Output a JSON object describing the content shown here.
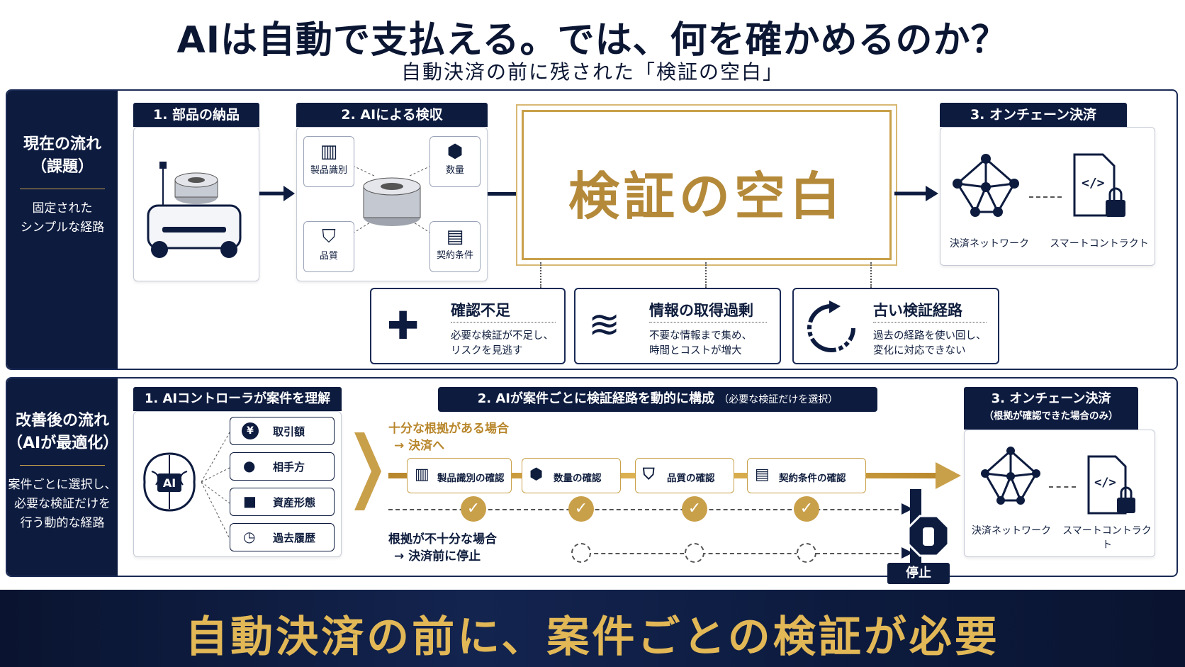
{
  "header": {
    "title": "AIは自動で支払える。では、何を確かめるのか？",
    "subtitle": "自動決済の前に残された「検証の空白」"
  },
  "current": {
    "side_title_1": "現在の流れ",
    "side_title_2": "（課題）",
    "side_text_1": "固定された",
    "side_text_2": "シンプルな経路",
    "step1": "1. 部品の納品",
    "step2": "2. AIによる検収",
    "step3": "3. オンチェーン決済",
    "checks": [
      "製品識別",
      "数量",
      "品質",
      "契約条件"
    ],
    "gap": "検証の空白",
    "network_label": "決済ネットワーク",
    "contract_label": "スマートコントラクト",
    "problems": [
      {
        "title": "確認不足",
        "line1": "必要な検証が不足し、",
        "line2": "リスクを見逃す"
      },
      {
        "title": "情報の取得過剰",
        "line1": "不要な情報まで集め、",
        "line2": "時間とコストが増大"
      },
      {
        "title": "古い検証経路",
        "line1": "過去の経路を使い回し、",
        "line2": "変化に対応できない"
      }
    ]
  },
  "improved": {
    "side_title_1": "改善後の流れ",
    "side_title_2": "（AIが最適化）",
    "side_text_1": "案件ごとに選択し、",
    "side_text_2": "必要な検証だけを",
    "side_text_3": "行う動的な経路",
    "step1": "1. AIコントローラが案件を理解",
    "step2": "2. AIが案件ごとに検証経路を動的に構成",
    "step2_note": "（必要な検証だけを選択）",
    "step3": "3. オンチェーン決済",
    "step3_note": "（根拠が確認できた場合のみ）",
    "ai_label": "AI",
    "factors": [
      "取引額",
      "相手方",
      "資産形態",
      "過去履歴"
    ],
    "yen_symbol": "¥",
    "enough_1": "十分な根拠がある場合",
    "enough_2": "→ 決済へ",
    "not_enough_1": "根拠が不十分な場合",
    "not_enough_2": "→ 決済前に停止",
    "checks": [
      "製品識別の確認",
      "数量の確認",
      "品質の確認",
      "契約条件の確認"
    ],
    "stop": "停止",
    "network_label": "決済ネットワーク",
    "contract_label": "スマートコントラクト"
  },
  "footer": {
    "message": "自動決済の前に、案件ごとの検証が必要"
  },
  "colors": {
    "navy": "#0d1b3f",
    "gold": "#c9a04a",
    "gold_text": "#b48a3a"
  }
}
